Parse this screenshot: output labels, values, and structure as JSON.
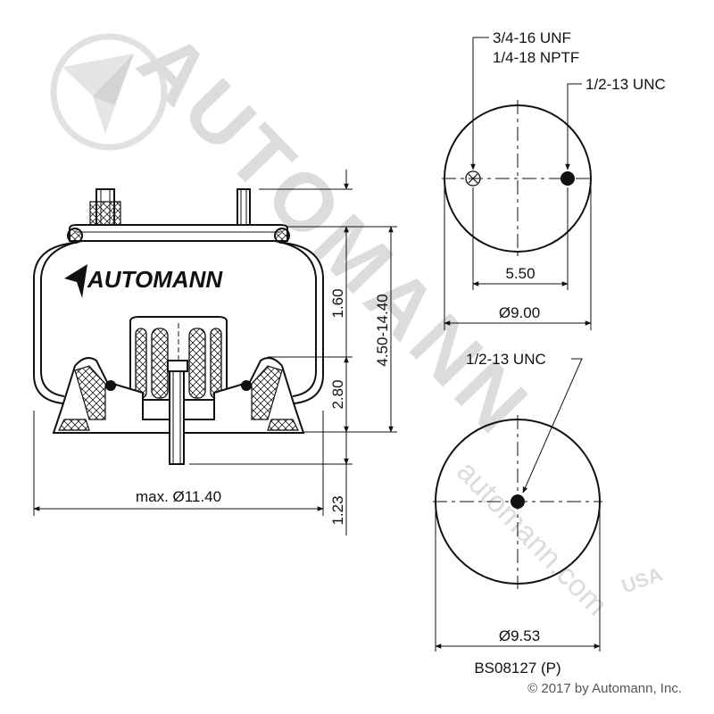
{
  "watermark": {
    "brand": "AUTOMANN",
    "url": "automann.com",
    "logo_text": "USA"
  },
  "side_view": {
    "logo_text": "AUTOMANN",
    "dim_height_top": "1.60",
    "dim_height_range": "4.50-14.40",
    "dim_piston": "2.80",
    "dim_stud": "1.23",
    "dim_max_diameter": "max. Ø11.40"
  },
  "top_view": {
    "label_fitting_1": "3/4-16 UNF",
    "label_fitting_2": "1/4-18 NPTF",
    "label_stud": "1/2-13 UNC",
    "dim_spacing": "5.50",
    "dim_diameter": "Ø9.00"
  },
  "bottom_view": {
    "label_stud": "1/2-13 UNC",
    "dim_diameter": "Ø9.53"
  },
  "part_number": "BS08127 (P)",
  "copyright": "© 2017 by Automann, Inc.",
  "colors": {
    "line": "#111111",
    "watermark": "#d9d9d9",
    "hatch": "#222222"
  }
}
